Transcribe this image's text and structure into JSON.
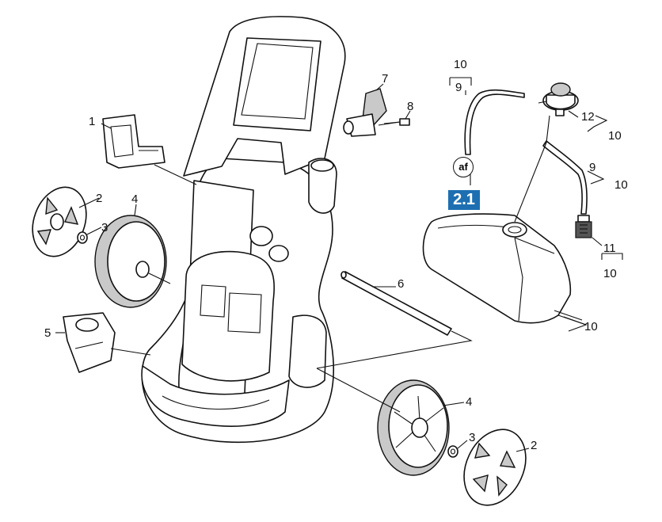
{
  "labels": {
    "l1": "1",
    "l2a": "2",
    "l2b": "2",
    "l3a": "3",
    "l3b": "3",
    "l4a": "4",
    "l4b": "4",
    "l5": "5",
    "l6": "6",
    "l7": "7",
    "l8": "8",
    "l9a": "9",
    "l9b": "9",
    "l10a": "10",
    "l10b": "10",
    "l10c": "10",
    "l10d": "10",
    "l10e": "10",
    "l11": "11",
    "l12": "12"
  },
  "badge": "2.1",
  "callout": "af",
  "colors": {
    "badge_bg": "#1d6fb2",
    "line": "#111111"
  }
}
